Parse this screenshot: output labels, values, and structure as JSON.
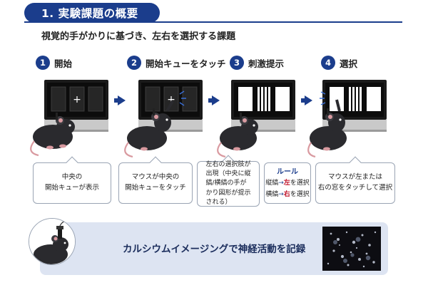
{
  "header": {
    "title": "1. 実験課題の概要",
    "subtitle": "視覚的手がかりに基づき、左右を選択する課題"
  },
  "steps": [
    {
      "num": "1",
      "label": "開始"
    },
    {
      "num": "2",
      "label": "開始キューをタッチ"
    },
    {
      "num": "3",
      "label": "刺激提示"
    },
    {
      "num": "4",
      "label": "選択"
    }
  ],
  "callouts": {
    "c1": {
      "line1": "中央の",
      "line2": "開始キューが表示"
    },
    "c2": {
      "line1": "マウスが中央の",
      "line2": "開始キューをタッチ"
    },
    "c3": {
      "line1": "左右の選択肢が",
      "line2": "出現（中央に縦",
      "line3": "縞/横縞の手が",
      "line4": "かり図形が提示",
      "line5": "される）"
    },
    "c4": {
      "line1": "マウスが左または",
      "line2": "右の窓をタッチして選択"
    }
  },
  "rule": {
    "title": "ルール",
    "row1_stim": "縦縞",
    "row1_arrow": "→",
    "row1_dir": "左",
    "row1_suffix": "を選択",
    "row2_stim": "横縞",
    "row2_arrow": "→",
    "row2_dir": "右",
    "row2_suffix": "を選択"
  },
  "screen_glyphs": {
    "plus": "+"
  },
  "bottom": {
    "text": "カルシウムイメージングで神経活動を記録"
  },
  "colors": {
    "accent": "#1b3d8c",
    "rule_direction": "#c0152b",
    "panel_bg": "#dde4f2"
  },
  "icons": {
    "step_arrow": "right-triangle-arrow",
    "mouse": "mouse-illustration",
    "touchscreen": "touchscreen-chamber"
  }
}
